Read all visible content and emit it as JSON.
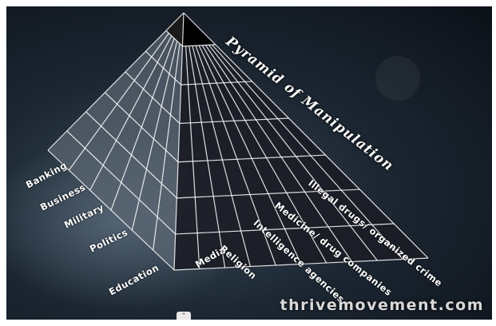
{
  "title": "Pyramid of Manipulation",
  "left_labels": [
    "Banking",
    "Business",
    "Military",
    "Politics",
    "Education"
  ],
  "right_labels": [
    "Media",
    "Religion",
    "Intelligence agencies",
    "Medicine/ drug companies",
    "Illegal drugs/ organized crime"
  ],
  "watermark": "thrivemovement.com",
  "fullscreen_icon": "chevron-up-icon",
  "colors": {
    "background": "#1c2733",
    "grid_line": "#ffffff",
    "left_face": "#5a6470",
    "right_face": "#1b1d26",
    "capstone": "#000000"
  }
}
